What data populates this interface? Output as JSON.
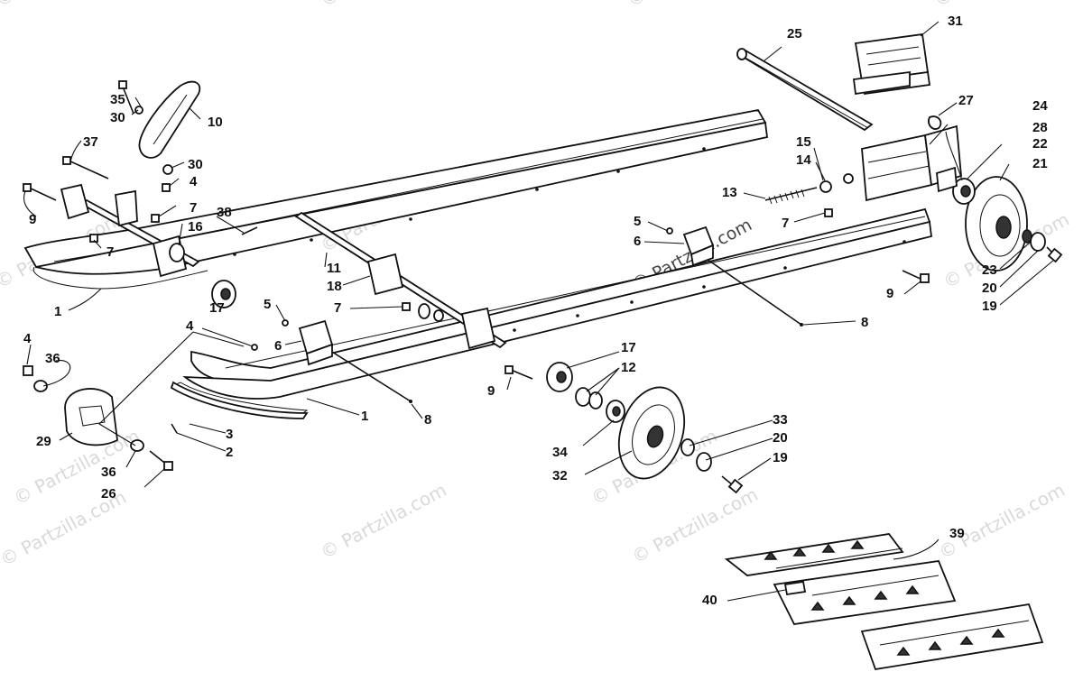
{
  "watermark": {
    "text": "© Partzilla.com"
  },
  "colors": {
    "line": "#111111",
    "background": "#ffffff",
    "watermark": "#d9d9d9"
  },
  "callouts": {
    "c1a": "1",
    "c1b": "1",
    "c2": "2",
    "c3": "3",
    "c4a": "4",
    "c4b": "4",
    "c4c": "4",
    "c5a": "5",
    "c5b": "5",
    "c6a": "6",
    "c6b": "6",
    "c7a": "7",
    "c7b": "7",
    "c7c": "7",
    "c7d": "7",
    "c8a": "8",
    "c8b": "8",
    "c9a": "9",
    "c9b": "9",
    "c9c": "9",
    "c10": "10",
    "c11": "11",
    "c12": "12",
    "c13": "13",
    "c14": "14",
    "c15": "15",
    "c16": "16",
    "c17a": "17",
    "c17b": "17",
    "c18": "18",
    "c19a": "19",
    "c19b": "19",
    "c20a": "20",
    "c20b": "20",
    "c21": "21",
    "c22": "22",
    "c23": "23",
    "c24": "24",
    "c25": "25",
    "c26": "26",
    "c27": "27",
    "c28": "28",
    "c29": "29",
    "c30a": "30",
    "c30b": "30",
    "c31": "31",
    "c32": "32",
    "c33": "33",
    "c34": "34",
    "c35": "35",
    "c36a": "36",
    "c36b": "36",
    "c37": "37",
    "c38": "38",
    "c39": "39",
    "c40": "40"
  }
}
